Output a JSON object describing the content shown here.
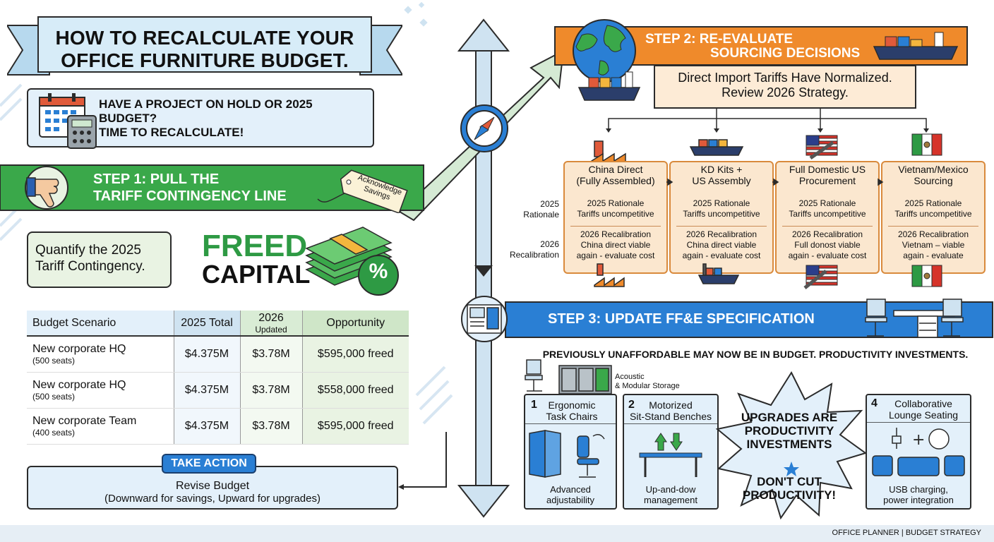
{
  "title": {
    "line1": "HOW TO RECALCULATE YOUR",
    "line2": "OFFICE FURNITURE BUDGET."
  },
  "hold": {
    "line1": "HAVE A PROJECT ON HOLD OR 2025",
    "line2": "BUDGET?",
    "line3": "TIME TO RECALCULATE!"
  },
  "step1": {
    "line1": "STEP 1: PULL THE",
    "line2": "TARIFF CONTINGENCY LINE",
    "tag_line1": "Acknowledge",
    "tag_line2": "Savings"
  },
  "quantify": {
    "line1": "Quantify the 2025",
    "line2": "Tariff Contingency."
  },
  "freed": {
    "line1": "FREED",
    "line2": "CAPITAL",
    "badge": "%"
  },
  "table": {
    "headers": [
      "Budget Scenario",
      "2025 Total",
      "2026",
      "Updated",
      "Opportunity"
    ],
    "rows": [
      {
        "scenario": "New corporate HQ",
        "seats": "(500 seats)",
        "total_2025": "$4.375M",
        "updated_2026": "$3.78M",
        "opportunity": "$595,000 freed"
      },
      {
        "scenario": "New corporate HQ",
        "seats": "(500 seats)",
        "total_2025": "$4.375M",
        "updated_2026": "$3.78M",
        "opportunity": "$558,000 freed"
      },
      {
        "scenario": "New corporate Team",
        "seats": "(400 seats)",
        "total_2025": "$4.375M",
        "updated_2026": "$3.78M",
        "opportunity": "$595,000 freed"
      }
    ]
  },
  "action": {
    "pill": "TAKE ACTION",
    "title": "Revise Budget",
    "sub": "(Downward for savings, Upward for upgrades)"
  },
  "step2": {
    "line1": "STEP 2: RE-EVALUATE",
    "line2": "SOURCING DECISIONS",
    "direct_line1": "Direct Import Tariffs Have Normalized.",
    "direct_line2": "Review 2026 Strategy.",
    "row_label_2025_a": "2025",
    "row_label_2025_b": "Rationale",
    "row_label_2026_a": "2026",
    "row_label_2026_b": "Recalibration",
    "options": [
      {
        "head1": "China Direct",
        "head2": "(Fully Assembled)",
        "r1a": "2025 Rationale",
        "r1b": "Tariffs uncompetitive",
        "r2a": "2026 Recalibration",
        "r2b": "China direct viable",
        "r2c": "again - evaluate cost"
      },
      {
        "head1": "KD Kits +",
        "head2": "US Assembly",
        "r1a": "2025 Rationale",
        "r1b": "Tariffs uncompetitive",
        "r2a": "2026 Recalibration",
        "r2b": "China direct viable",
        "r2c": "again - evaluate cost"
      },
      {
        "head1": "Full Domestic US",
        "head2": "Procurement",
        "r1a": "2025 Rationale",
        "r1b": "Tariffs uncompetitive",
        "r2a": "2026 Recalibration",
        "r2b": "Full donost viable",
        "r2c": "again - evaluate cost"
      },
      {
        "head1": "Vietnam/Mexico",
        "head2": "Sourcing",
        "r1a": "2025 Rationale",
        "r1b": "Tariffs uncompetitive",
        "r2a": "2026 Recalibration",
        "r2b": "Vietnam – viable",
        "r2c": "again - evaluate"
      }
    ]
  },
  "step3": {
    "title": "STEP 3: UPDATE FF&E SPECIFICATION",
    "prev": "PREVIOUSLY UNAFFORDABLE MAY NOW BE IN BUDGET. PRODUCTIVITY INVESTMENTS.",
    "acoustic_line1": "Acoustic",
    "acoustic_line2": "& Modular Storage",
    "cards": [
      {
        "num": "1",
        "head1": "Ergonomic",
        "head2": "Task Chairs",
        "foot1": "Advanced",
        "foot2": "adjustability"
      },
      {
        "num": "2",
        "head1": "Motorized",
        "head2": "Sit-Stand Benches",
        "foot1": "Up-and-dow",
        "foot2": "management"
      },
      {
        "num": "4",
        "head1": "Collaborative",
        "head2": "Lounge Seating",
        "foot1": "USB charging,",
        "foot2": "power integration"
      }
    ],
    "burst_line1": "UPGRADES ARE",
    "burst_line2": "PRODUCTIVITY",
    "burst_line3": "INVESTMENTS",
    "burst_line4": "DON'T CUT",
    "burst_line5": "PRODUCTIVITY!"
  },
  "footer": "OFFICE PLANNER  |  BUDGET STRATEGY",
  "colors": {
    "green": "#3aa84a",
    "orange": "#ef8a2b",
    "blue": "#2a7fd4",
    "light_blue": "#e3f0fa",
    "peach": "#fbe7cf"
  }
}
